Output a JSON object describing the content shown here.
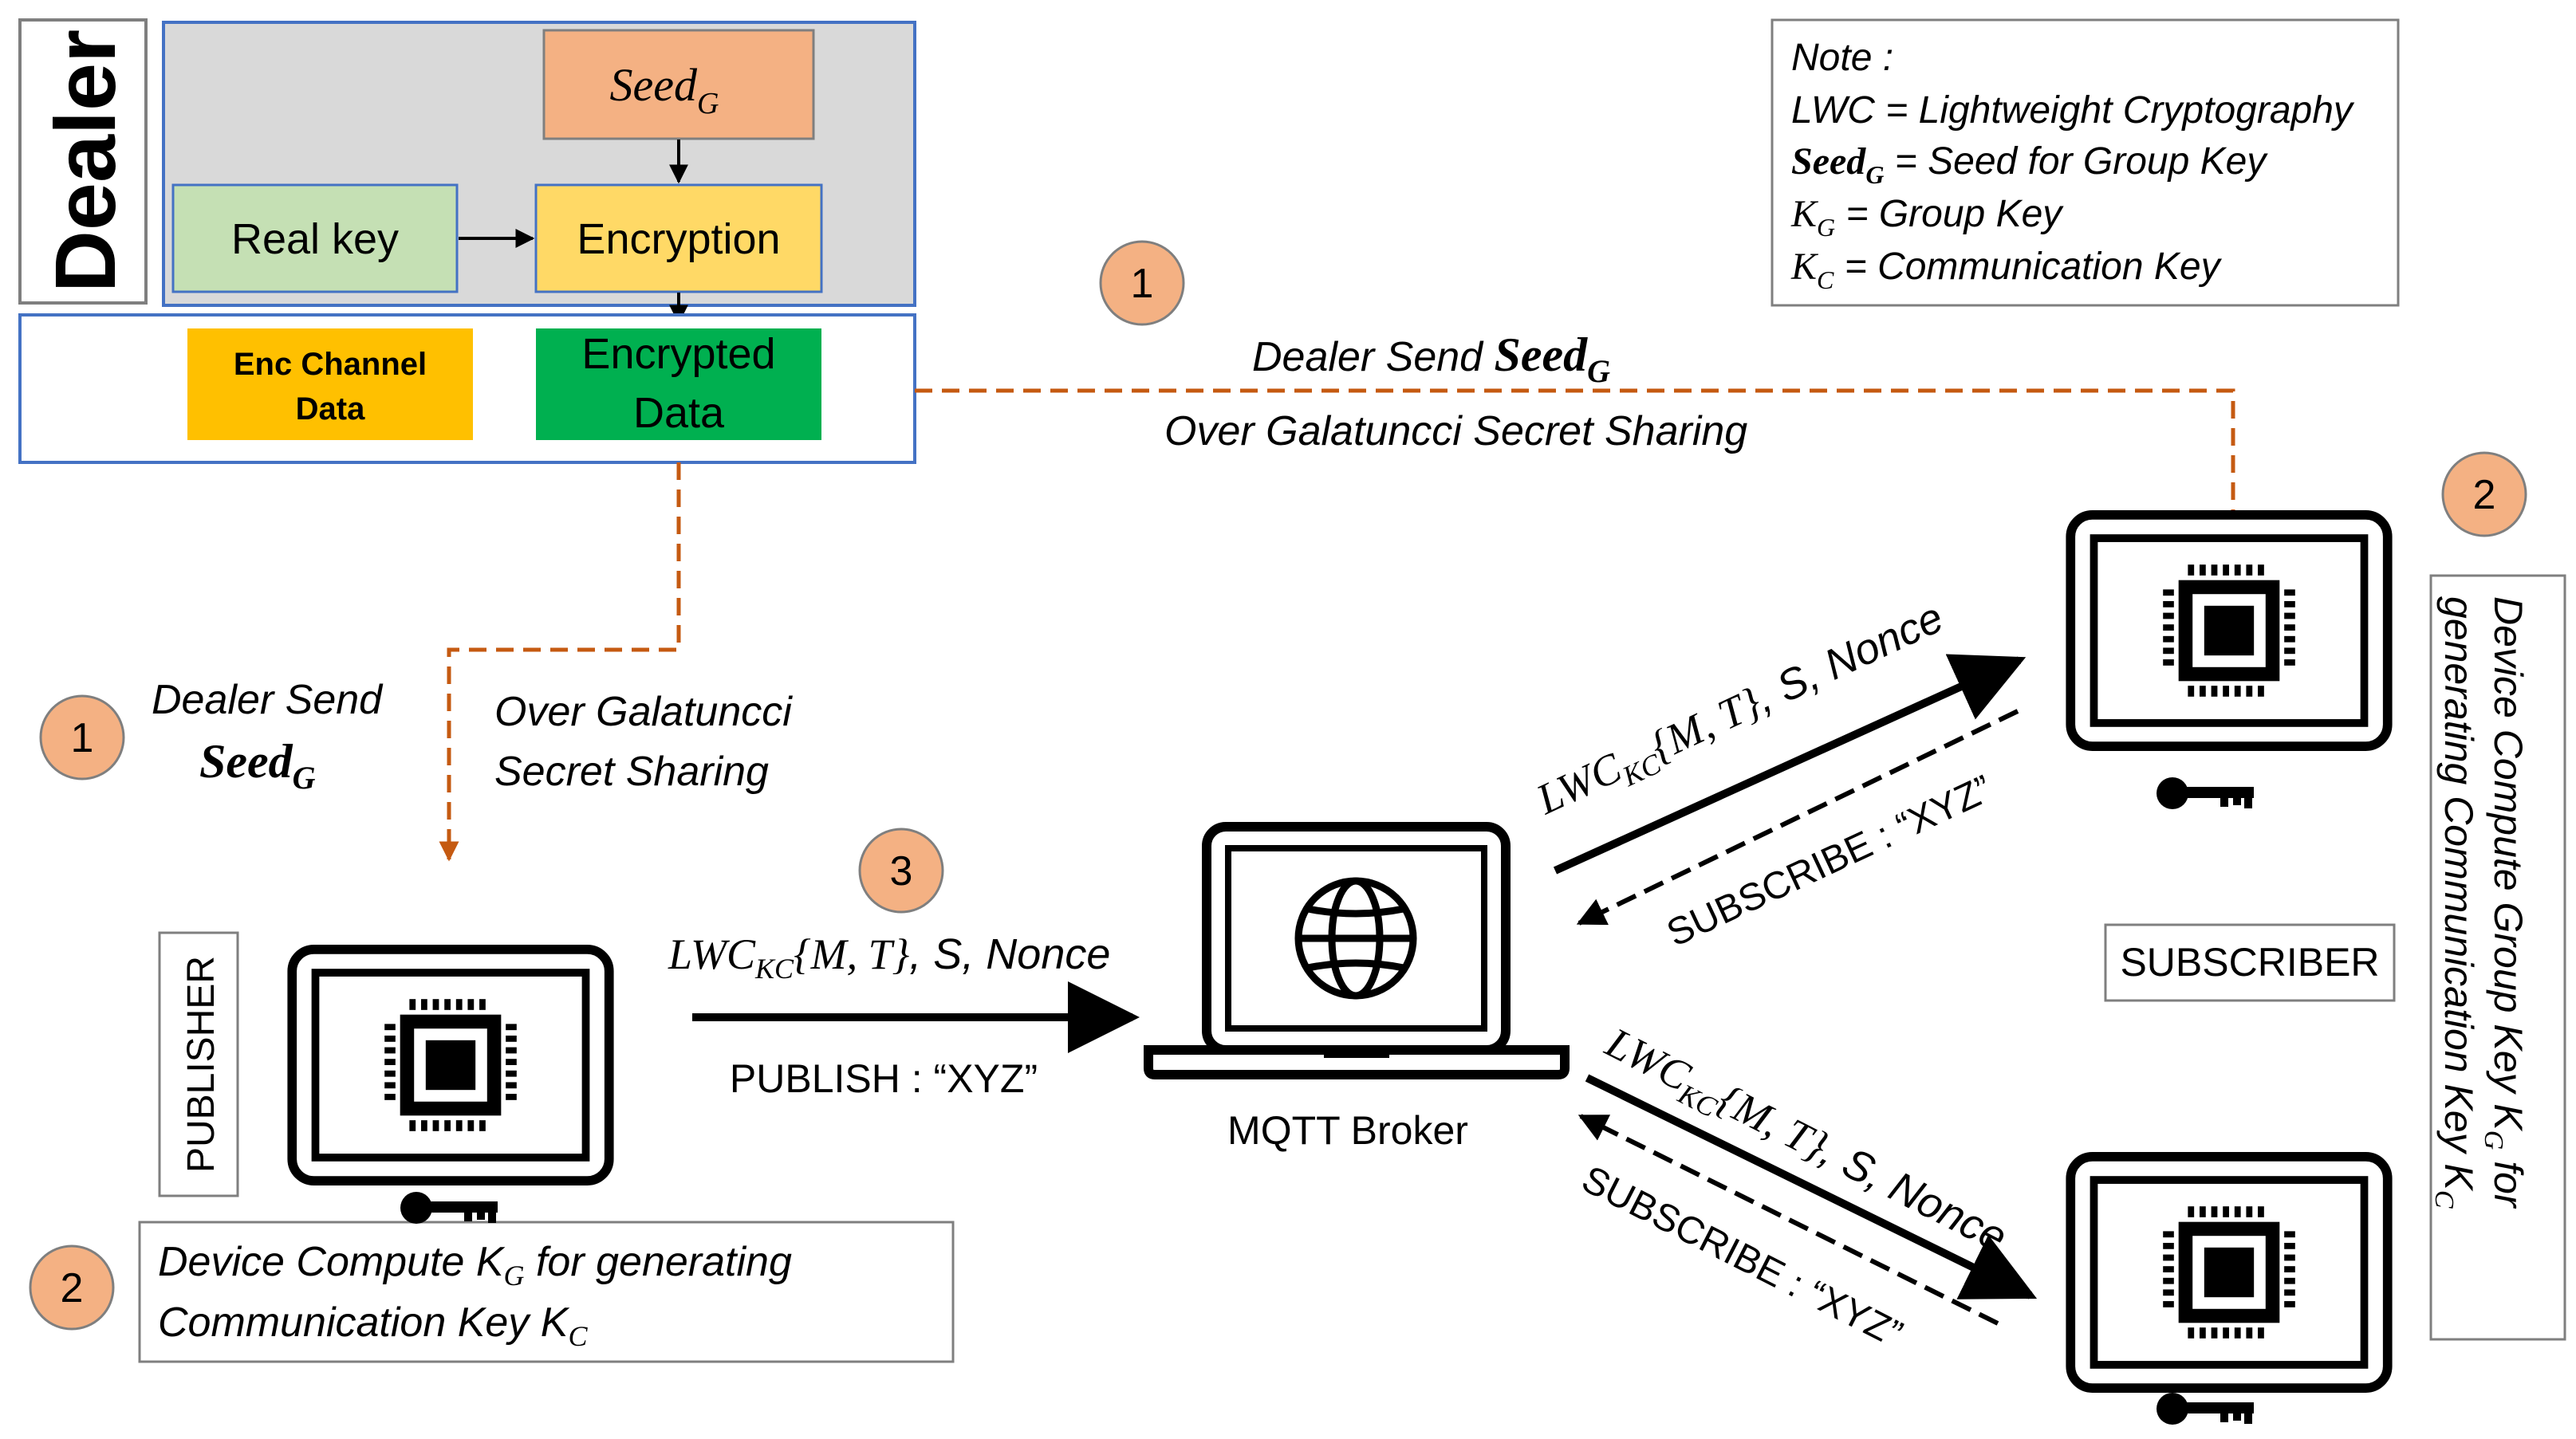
{
  "colors": {
    "seed_box": "#f4b183",
    "real_key_box": "#c5e0b4",
    "encryption_box": "#ffd966",
    "enc_channel_box": "#ffc000",
    "encrypted_data_box": "#00b050",
    "dealer_panel": "#d9d9d9",
    "panel_border": "#4472c4",
    "badge_fill": "#f4b183",
    "dashed_arrow": "#c55a11"
  },
  "dealer": {
    "title": "Dealer",
    "seed_box": {
      "main": "Seed",
      "sub": "G"
    },
    "real_key": "Real key",
    "encryption": "Encryption",
    "enc_channel_line1": "Enc Channel",
    "enc_channel_line2": "Data",
    "encrypted_data_line1": "Encrypted",
    "encrypted_data_line2": "Data"
  },
  "note": {
    "title": "Note :",
    "lwc": "LWC = Lightweight Cryptography",
    "seed_sym": "Seed",
    "seed_sub": "G",
    "seed_def": " = Seed for Group Key",
    "kg_sym": "K",
    "kg_sub": "G",
    "kg_def": " = Group Key",
    "kc_sym": "K",
    "kc_sub": "C",
    "kc_def": " = Communication Key"
  },
  "step1_top": {
    "badge": "1",
    "line1_prefix": "Dealer Send ",
    "line1_seed": "Seed",
    "line1_sub": "G",
    "line2": "Over Galatuncci Secret Sharing"
  },
  "step1_left": {
    "badge": "1",
    "line1": "Dealer Send",
    "seed": "Seed",
    "seed_sub": "G",
    "over_line1": "Over Galatuncci",
    "over_line2": "Secret Sharing"
  },
  "step2_right": {
    "badge": "2",
    "line1_prefix": "Device Compute Group Key  K",
    "line1_sub": "G",
    "line1_suffix": " for",
    "line2_prefix": "generating Communication Key K",
    "line2_sub": "C"
  },
  "step2_left": {
    "badge": "2",
    "line1_prefix": "Device Compute K",
    "line1_sub": "G",
    "line1_suffix": " for generating",
    "line2_prefix": "Communication Key K",
    "line2_sub": "C"
  },
  "publish": {
    "badge": "3",
    "lwc_main": "LWC",
    "lwc_sub": "KC",
    "lwc_args": "{M, T}",
    "lwc_tail": ", S, Nonce",
    "label": "PUBLISH : “XYZ”"
  },
  "roles": {
    "publisher": "PUBLISHER",
    "subscriber": "SUBSCRIBER",
    "broker": "MQTT Broker"
  },
  "sub_top": {
    "lwc_main": "LWC",
    "lwc_sub": "KC",
    "lwc_args": "{M, T}",
    "lwc_tail": ", S, Nonce",
    "subscribe": "SUBSCRIBE : “XYZ”"
  },
  "sub_bottom": {
    "lwc_main": "LWC",
    "lwc_sub": "KC",
    "lwc_args": "{M, T}",
    "lwc_tail": ", S, Nonce",
    "subscribe": "SUBSCRIBE : “XYZ”"
  },
  "icons": [
    "chip-device-icon",
    "key-icon",
    "globe-icon",
    "laptop-icon"
  ]
}
